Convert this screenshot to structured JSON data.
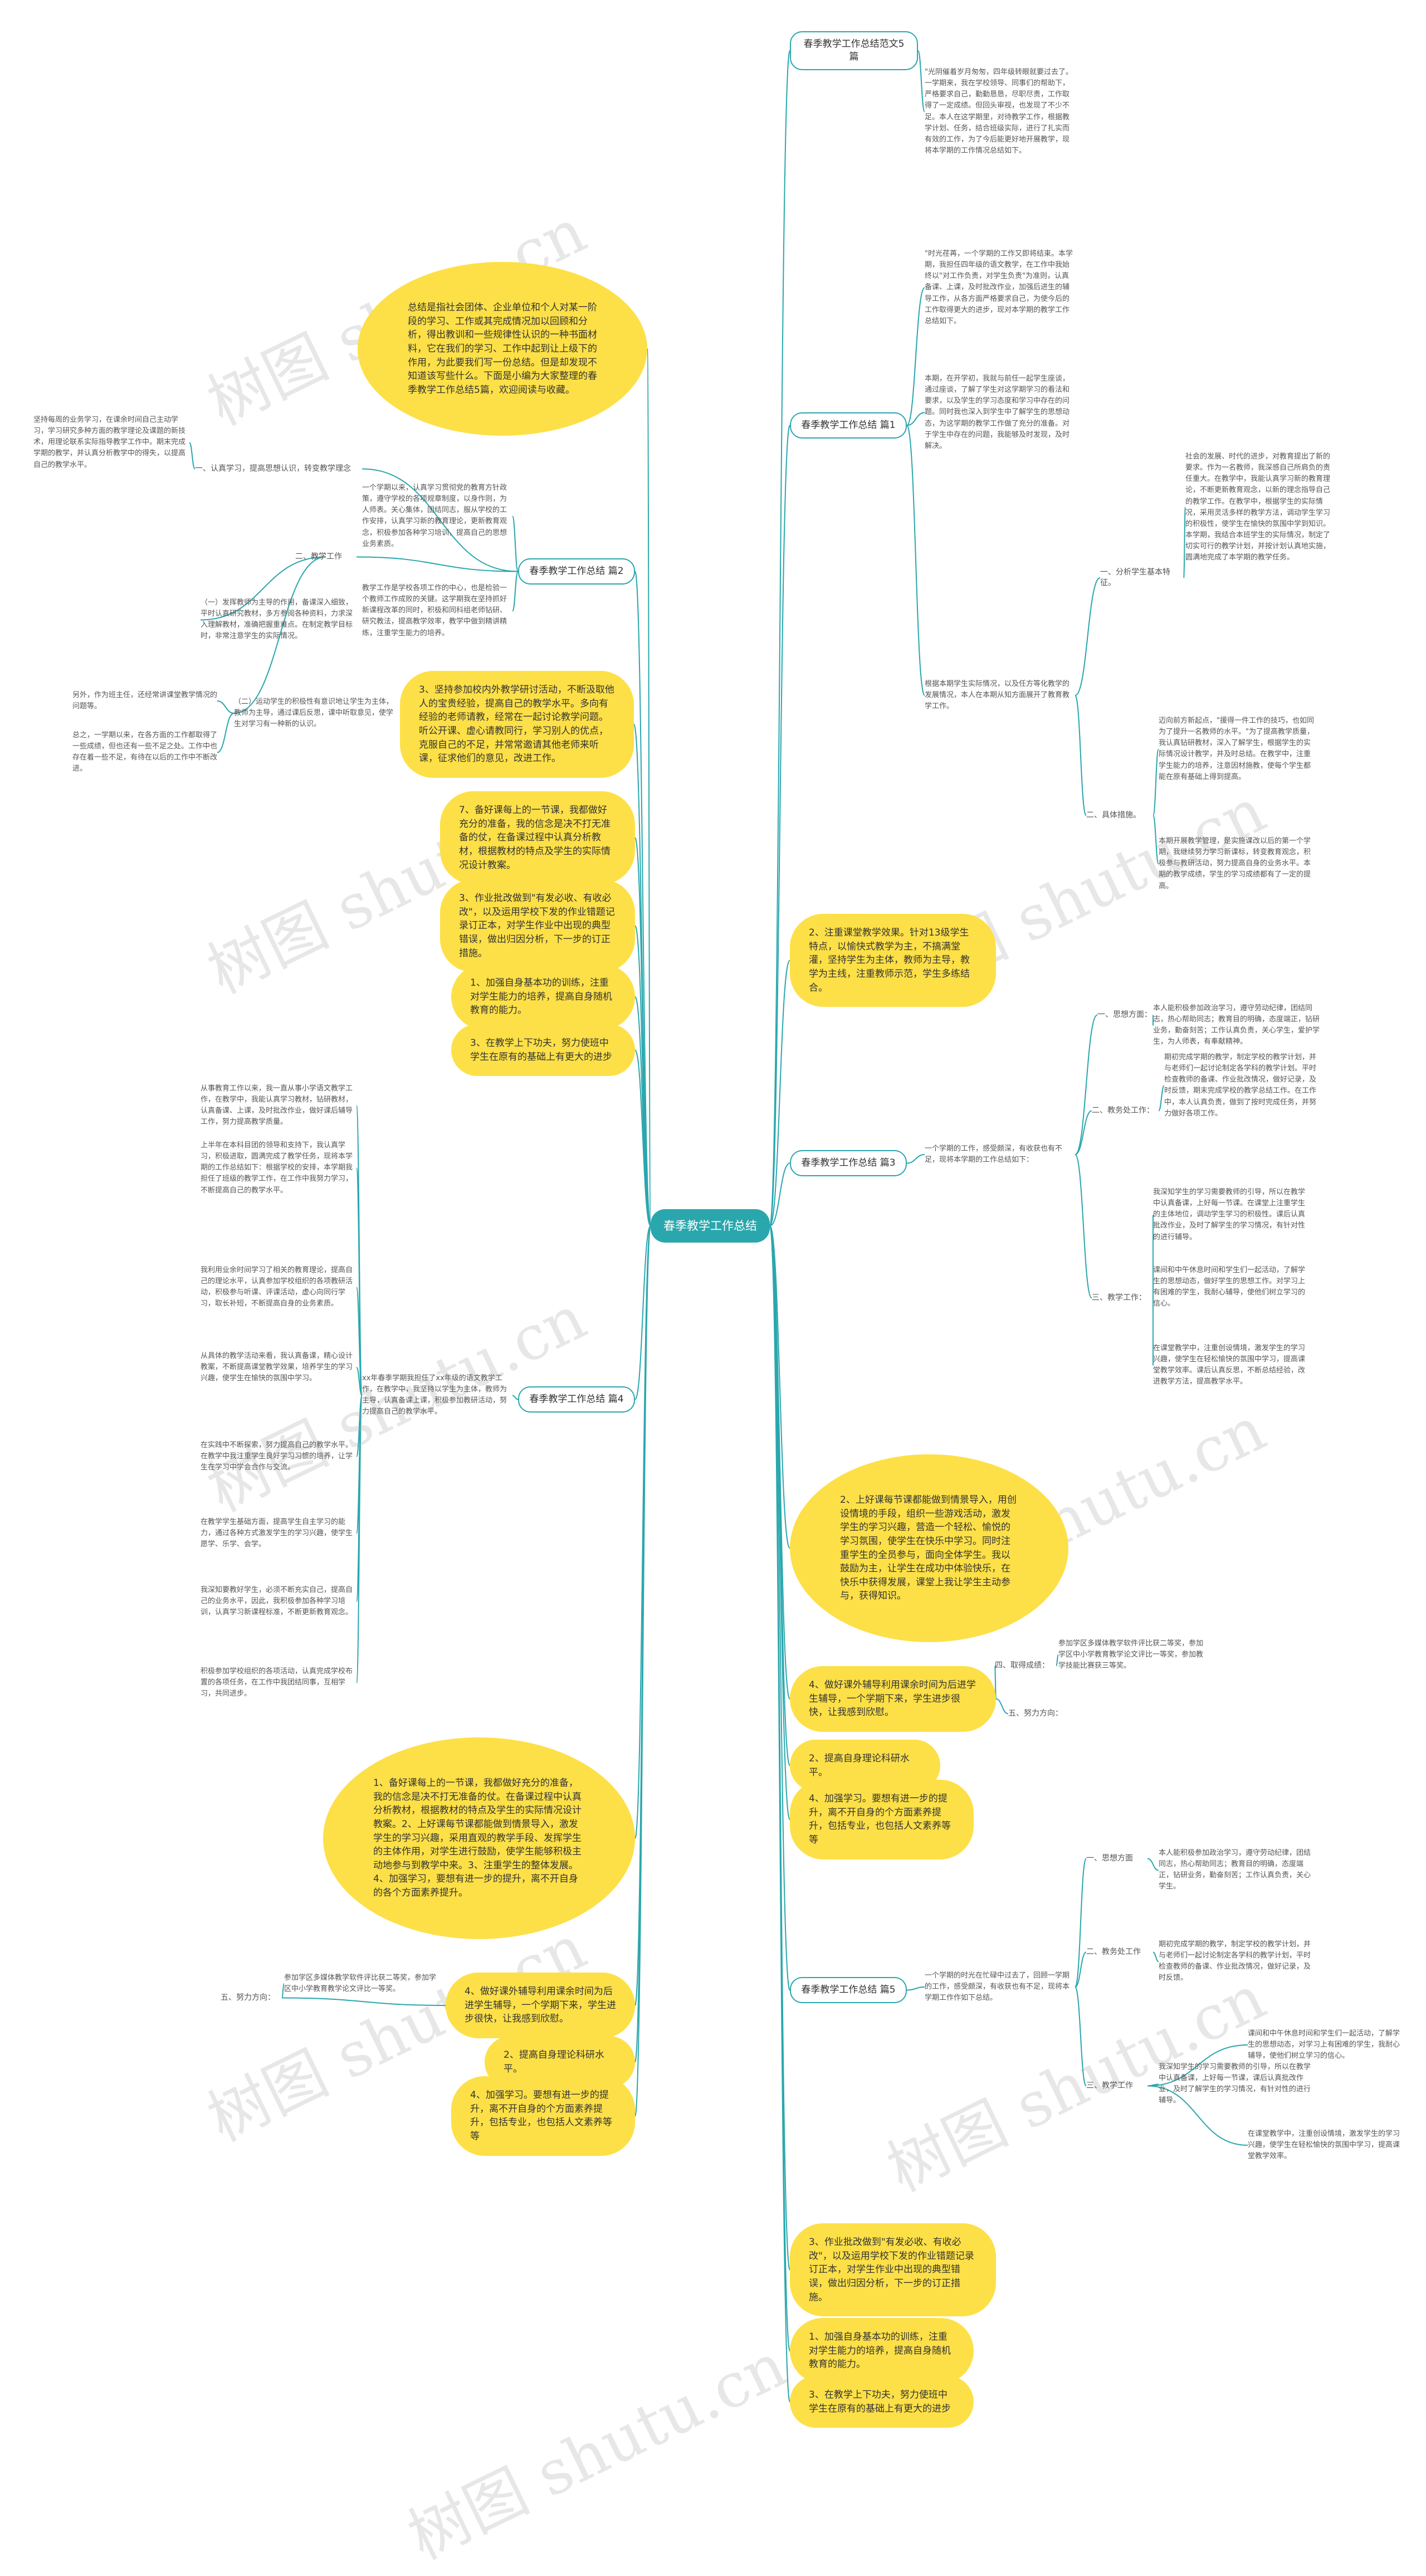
{
  "root": "春季教学工作总结",
  "watermark": "树图 shutu.cn",
  "branches": {
    "b0": "春季教学工作总结范文5篇",
    "b1": "春季教学工作总结 篇1",
    "b2": "春季教学工作总结 篇2",
    "b3": "春季教学工作总结 篇3",
    "b4": "春季教学工作总结 篇4",
    "b5": "春季教学工作总结 篇5"
  },
  "yellow": {
    "intro": "总结是指社会团体、企业单位和个人对某一阶段的学习、工作或其完成情况加以回顾和分析，得出教训和一些规律性认识的一种书面材料，它在我们的学习、工作中起到让上级下的作用，为此要我们写一份总结。但是却发现不知道该写些什么。下面是小编为大家整理的春季教学工作总结5篇，欢迎阅读与收藏。",
    "y3": "3、坚持参加校内外教学研讨活动，不断汲取他人的宝贵经验，提高自己的教学水平。多向有经验的老师请教，经常在一起讨论教学问题。听公开课、虚心请教同行，学习别人的优点，克服自己的不足，并常常邀请其他老师来听课，征求他们的意见，改进工作。",
    "y7": "7、备好课每上的一节课，我都做好充分的准备，我的信念是决不打无准备的仗，在备课过程中认真分析教材，根据教材的特点及学生的实际情况设计教案。",
    "y3b": "3、作业批改做到\"有发必收、有收必改\"，以及运用学校下发的作业错题记录订正本，对学生作业中出现的典型错误，做出归因分析，下一步的订正措施。",
    "y1": "1、加强自身基本功的训练，注重对学生能力的培养，提高自身随机教育的能力。",
    "y3c": "3、在教学上下功夫，努力使班中学生在原有的基础上有更大的进步",
    "m2": "2、注重课堂教学效果。针对13级学生特点，以愉快式教学为主，不搞满堂灌，坚持学生为主体，教师为主导，教学为主线，注重教师示范，学生多练结合。",
    "bigR": "2、上好课每节课都能做到情景导入，用创设情境的手段，组织一些游戏活动，激发学生的学习兴趣，营造一个轻松、愉悦的学习氛围，使学生在快乐中学习。同时注重学生的全员参与，面向全体学生。我以鼓励为主，让学生在成功中体验快乐，在快乐中获得发展，课堂上我让学生主动参与，获得知识。",
    "y4": "4、做好课外辅导利用课余时间为后进学生辅导，一个学期下来，学生进步很快，让我感到欣慰。",
    "y2a": "2、提高自身理论科研水平。",
    "y4b": "4、加强学习。要想有进一步的提升，离不开自身的个方面素养提升，包括专业，也包括人文素养等等",
    "bigL": "1、备好课每上的一节课，我都做好充分的准备，我的信念是决不打无准备的仗。在备课过程中认真分析教材，根据教材的特点及学生的实际情况设计教案。2、上好课每节课都能做到情景导入，激发学生的学习兴趣，采用直观的教学手段、发挥学生的主体作用，对学生进行鼓励，使学生能够积极主动地参与到教学中来。3、注重学生的整体发展。4、加强学习，要想有进一步的提升，离不开自身的各个方面素养提升。",
    "y4c": "4、做好课外辅导利用课余时间为后进学生辅导，一个学期下来，学生进步很快，让我感到欣慰。",
    "y2b": "2、提高自身理论科研水平。",
    "y4d": "4、加强学习。要想有进一步的提升，离不开自身的个方面素养提升，包括专业，也包括人文素养等等",
    "y3d": "3、作业批改做到\"有发必收、有收必改\"，以及运用学校下发的作业错题记录订正本，对学生作业中出现的典型错误，做出归因分析，下一步的订正措施。",
    "y1b": "1、加强自身基本功的训练，注重对学生能力的培养，提高自身随机教育的能力。",
    "y3e": "3、在教学上下功夫，努力使班中学生在原有的基础上有更大的进步"
  },
  "labels": {
    "l_b2_1": "一、认真学习，提高思想认识，转变教学理念",
    "l_b2_2": "二、教学工作",
    "l_b1_s1": "一、分析学生基本特征。",
    "l_b1_s2": "二、具体措施。",
    "l_b3_s1": "一、思想方面：",
    "l_b3_s2": "二、教务处工作：",
    "l_b3_s3": "三、教学工作：",
    "l_r4": "四、取得成绩：",
    "l_r5": "五、努力方向：",
    "l_b5_s1": "一、思想方面",
    "l_b5_s2": "二、教务处工作",
    "l_b5_s3": "三、教学工作",
    "l_l5": "五、努力方向："
  },
  "leaves": {
    "t1": "\"光阴催着岁月匆匆，四年级转眼就要过去了。一学期来，我在学校领导、同事们的帮助下，严格要求自己，勤勤恳恳，尽职尽责，工作取得了一定成绩。但回头审视，也发现了不少不足。本人在这学期里，对待教学工作，根据教学计划、任务，结合班级实际，进行了扎实而有效的工作，为了今后能更好地开展教学，现将本学期的工作情况总结如下。",
    "t2": "\"时光荏苒，一个学期的工作又即将结束。本学期，我担任四年级的语文教学，在工作中我始终以\"对工作负责，对学生负责\"为准则，认真备课、上课，及时批改作业，加强后进生的辅导工作，从各方面严格要求自己，为使今后的工作取得更大的进步，现对本学期的教学工作总结如下。",
    "t3": "本期，在开学初，我就与前任一起学生座谈，通过座谈，了解了学生对这学期学习的看法和要求，以及学生的学习态度和学习中存在的问题。同时我也深入到学生中了解学生的思想动态，为这学期的教学工作做了充分的准备。对于学生中存在的问题，我能够及时发现，及时解决。",
    "t4": "根据本期学生实际情况，以及任方等化教学的发展情况，本人在本期从知方面展开了教育教学工作。",
    "t5": "社会的发展、时代的进步，对教育提出了新的要求。作为一名教师，我深感自己所肩负的责任重大。在教学中，我能认真学习新的教育理论，不断更新教育观念，以新的理念指导自己的教学工作。在教学中，根据学生的实际情况，采用灵活多样的教学方法，调动学生学习的积极性，使学生在愉快的氛围中学到知识。本学期，我结合本班学生的实际情况，制定了切实可行的教学计划，并按计划认真地实施，圆满地完成了本学期的教学任务。",
    "t6": "迈向前方新起点，\"援得一件工作的技巧，也如同为了提升一名教师的水平。\"为了提高教学质量，我认真钻研教材，深入了解学生，根据学生的实际情况设计教学，并及时总结。在教学中，注重学生能力的培养，注意因材施教，使每个学生都能在原有基础上得到提高。",
    "t7": "本期开展教学管理，是实施课改以后的第一个学期，我继续努力学习新课标，转变教育观念，积极参与教研活动，努力提高自身的业务水平。本期的教学成绩，学生的学习成绩都有了一定的提高。",
    "t8": "本人能积极参加政治学习，遵守劳动纪律，团结同志，热心帮助同志；教育目的明确，态度端正，钻研业务，勤奋刻苦；工作认真负责，关心学生，爱护学生，为人师表，有奉献精神。",
    "t9": "期初完成学期的教学，制定学校的教学计划，并与老师们一起讨论制定各学科的教学计划。平时检查教师的备课、作业批改情况，做好记录，及时反馈，期末完成学校的教学总结工作。在工作中，本人认真负责，做到了按时完成任务，并努力做好各项工作。",
    "t10": "我深知学生的学习需要教师的引导，所以在教学中认真备课，上好每一节课。在课堂上注重学生的主体地位，调动学生学习的积极性。课后认真批改作业，及时了解学生的学习情况，有针对性的进行辅导。",
    "t11": "课间和中午休息时间和学生们一起活动，了解学生的思想动态，做好学生的思想工作。对学习上有困难的学生，我耐心辅导，使他们树立学习的信心。",
    "t12": "在课堂教学中，注重创设情境，激发学生的学习兴趣，使学生在轻松愉快的氛围中学习，提高课堂教学效率。课后认真反思，不断总结经验，改进教学方法，提高教学水平。",
    "t13": "参加学区多媒体教学软件评比获二等奖，参加学区中小学教育教学论文评比一等奖，参加教学技能比赛获三等奖。",
    "t14": "坚持每周的业务学习，在课余时间自己主动学习，学习研究多种方面的教学理论及课题的新技术，用理论联系实际指导教学工作中。期末完成学期的教学，并认真分析教学中的得失，以提高自己的教学水平。",
    "t15": "一个学期以来，认真学习贯彻党的教育方针政策，遵守学校的各项规章制度，以身作则，为人师表。关心集体，团结同志，服从学校的工作安排，认真学习新的教育理论，更新教育观念，积极参加各种学习培训，提高自己的思想业务素质。",
    "t16": "教学工作是学校各项工作的中心，也是检验一个教师工作成败的关键。这学期我在坚持抓好新课程改革的同时，积极和同科组老师钻研、研究教法，提高教学效率，教学中做到精讲精练，注重学生能力的培养。",
    "t17": "（一）发挥教师为主导的作用，备课深入细致，平时认真研究教材，多方参阅各种资料，力求深入理解教材，准确把握重难点。在制定教学目标时，非常注意学生的实际情况。",
    "t18": "另外，作为班主任，还经常讲课堂教学情况的问题等。",
    "t19": "（二）运动学生的积极性有意识地让学生为主体，教师为主导，通过课后反思，课中听取意见，使学生对学习有一种新的认识。",
    "t20": "总之，一学期以来，在各方面的工作都取得了一些成绩，但也还有一些不足之处。工作中也存在着一些不足，有待在以后的工作中不断改进。",
    "t21": "从事教育工作以来，我一直从事小学语文教学工作，在教学中，我能认真学习教材，钻研教材，认真备课、上课，及时批改作业，做好课后辅导工作，努力提高教学质量。",
    "t22": "上半年在本科目团的领导和支持下，我认真学习，积极进取，圆满完成了教学任务，现将本学期的工作总结如下：根据学校的安排，本学期我担任了班级的教学工作，在工作中我努力学习，不断提高自己的教学水平。",
    "t23": "我利用业余时间学习了相关的教育理论，提高自己的理论水平，认真参加学校组织的各项教研活动，积极参与听课、评课活动，虚心向同行学习，取长补短，不断提高自身的业务素质。",
    "t24": "从具体的教学活动来看，我认真备课，精心设计教案，不断提高课堂教学效果，培养学生的学习兴趣，使学生在愉快的氛围中学习。",
    "t25": "在实践中不断探索，努力提高自己的教学水平。在教学中我注重学生良好学习习惯的培养，让学生在学习中学会合作与交流。",
    "t26": "在教学学生基础方面，提高学生自主学习的能力，通过各种方式激发学生的学习兴趣，使学生愿学、乐学、会学。",
    "t27": "我深知要教好学生，必须不断充实自己，提高自己的业务水平，因此，我积极参加各种学习培训，认真学习新课程标准，不断更新教育观念。",
    "t28": "积极参加学校组织的各项活动，认真完成学校布置的各项任务，在工作中我团结同事，互相学习，共同进步。",
    "t29": "xx年春季学期我担任了xx年级的语文教学工作，在教学中，我坚持以学生为主体，教师为主导，认真备课上课，积极参加教研活动，努力提高自己的教学水平。",
    "t30": "一个学期的工作，感受颇深，有收获也有不足，现将本学期的工作总结如下：",
    "t31": "一个学期的时光在忙碌中过去了，回顾一学期的工作，感受颇深，有收获也有不足，现将本学期工作作如下总结。",
    "t32": "本人能积极参加政治学习，遵守劳动纪律，团结同志，热心帮助同志；教育目的明确，态度端正，钻研业务，勤奋刻苦；工作认真负责，关心学生。",
    "t33": "期初完成学期的教学，制定学校的教学计划，并与老师们一起讨论制定各学科的教学计划，平时检查教师的备课、作业批改情况，做好记录，及时反馈。",
    "t34": "我深知学生的学习需要教师的引导，所以在教学中认真备课，上好每一节课，课后认真批改作业，及时了解学生的学习情况，有针对性的进行辅导。",
    "t35": "课间和中午休息时间和学生们一起活动，了解学生的思想动态，对学习上有困难的学生，我耐心辅导，使他们树立学习的信心。",
    "t36": "在课堂教学中，注重创设情境，激发学生的学习兴趣，使学生在轻松愉快的氛围中学习，提高课堂教学效率。",
    "t37": "参加学区多媒体教学软件评比获二等奖，参加学区中小学教育教学论文评比一等奖。"
  }
}
